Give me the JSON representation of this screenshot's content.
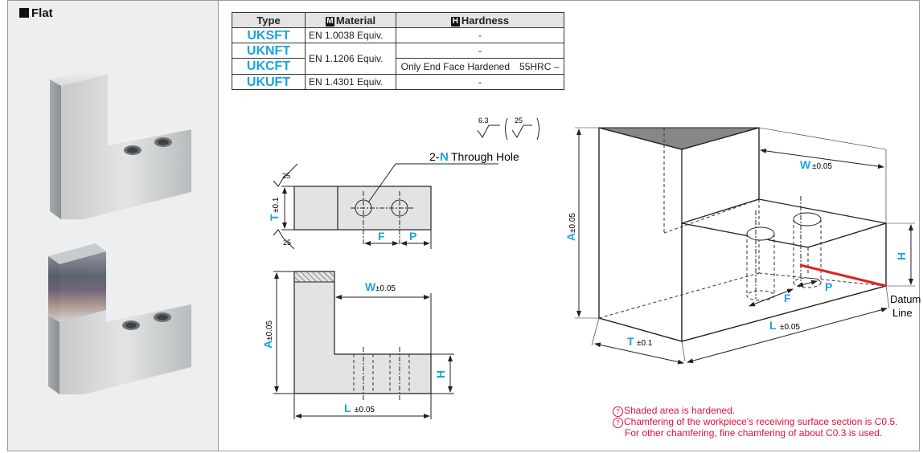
{
  "section": {
    "title": "Flat"
  },
  "table": {
    "headers": {
      "type": "Type",
      "material_badge": "M",
      "material": "Material",
      "hardness_badge": "H",
      "hardness": "Hardness"
    },
    "rows": [
      {
        "type": "UKSFT",
        "material": "EN 1.0038 Equiv.",
        "hardness": "-"
      },
      {
        "type": "UKNFT",
        "material": "EN 1.1206 Equiv.",
        "hardness": "-"
      },
      {
        "type": "UKCFT",
        "material": "",
        "hardness": "Only End Face Hardened　55HRC –"
      },
      {
        "type": "UKUFT",
        "material": "EN 1.4301 Equiv.",
        "hardness": "-"
      }
    ]
  },
  "roughness": {
    "main": "6.3",
    "alt": "25",
    "side_top": "25",
    "side_bottom": "25"
  },
  "side_view": {
    "hole_callout_prefix": "2-",
    "hole_callout_n": "N",
    "hole_callout_text": "Through Hole",
    "t_label": "T",
    "t_tol": "±0.1",
    "f_label": "F",
    "p_label": "P"
  },
  "front_view": {
    "w_label": "W",
    "w_tol": "±0.05",
    "a_label": "A",
    "a_tol": "±0.05",
    "h_label": "H",
    "l_label": "L",
    "l_tol": "±0.05"
  },
  "iso_view": {
    "w_label": "W",
    "w_tol": "±0.05",
    "a_label": "A",
    "a_tol": "±0.05",
    "h_label": "H",
    "f_label": "F",
    "p_label": "P",
    "l_label": "L",
    "l_tol": "±0.05",
    "t_label": "T",
    "t_tol": "±0.1",
    "datum_1": "Datum",
    "datum_2": "Line"
  },
  "notes": [
    "Shaded area is hardened.",
    "Chamfering of the workpiece's receiving surface section is C0.5.",
    "For other chamfering, fine chamfering of about C0.3 is used."
  ],
  "colors": {
    "accent_blue": "#1aa3e0",
    "note_red": "#e2103a",
    "datum_red": "#e02020"
  }
}
